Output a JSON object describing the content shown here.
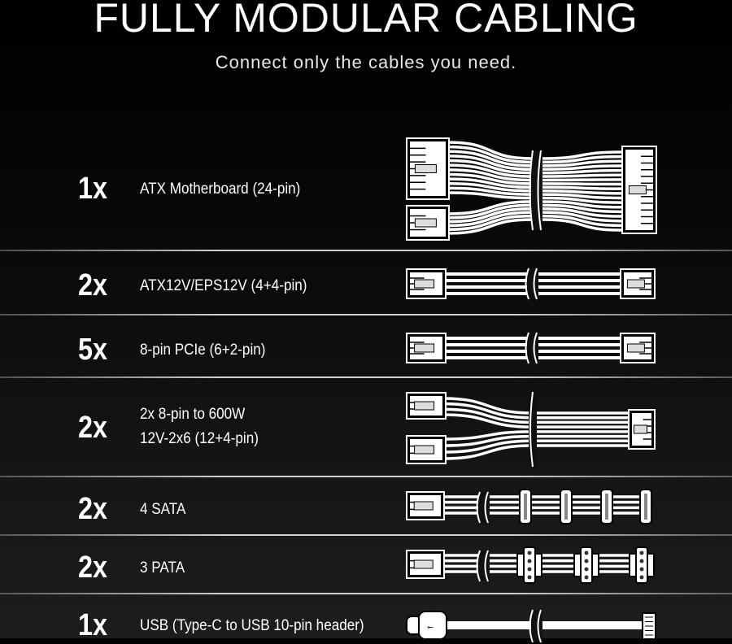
{
  "header": {
    "title": "FULLY MODULAR CABLING",
    "subtitle": "Connect only the cables you need."
  },
  "cables": [
    {
      "qty": "1x",
      "label": "ATX Motherboard (24-pin)",
      "type": "atx"
    },
    {
      "qty": "2x",
      "label": "ATX12V/EPS12V (4+4-pin)",
      "type": "eps"
    },
    {
      "qty": "5x",
      "label": "8-pin PCIe (6+2-pin)",
      "type": "pcie"
    },
    {
      "qty": "2x",
      "label": "2x 8-pin to 600W",
      "label2": "12V-2x6 (12+4-pin)",
      "type": "12v2x6"
    },
    {
      "qty": "2x",
      "label": "4 SATA",
      "type": "sata"
    },
    {
      "qty": "2x",
      "label": "3 PATA",
      "type": "pata"
    },
    {
      "qty": "1x",
      "label": "USB (Type-C to USB 10-pin header)",
      "type": "usb"
    }
  ]
}
